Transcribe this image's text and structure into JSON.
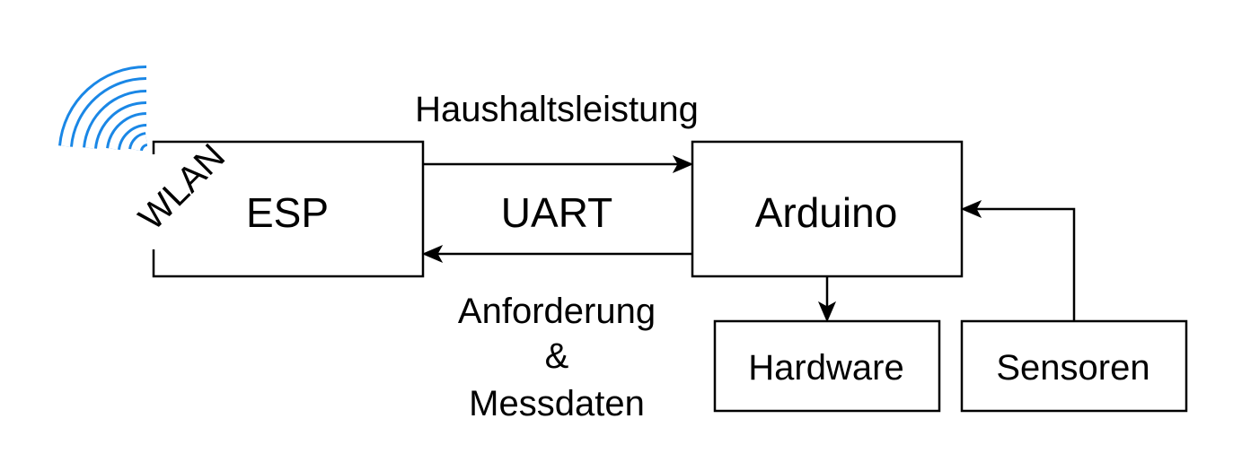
{
  "diagram": {
    "nodes": {
      "esp": "ESP",
      "arduino": "Arduino",
      "hardware": "Hardware",
      "sensoren": "Sensoren"
    },
    "edges": {
      "esp_to_arduino": "Haushaltsleistung",
      "link": "UART",
      "arduino_to_esp_line1": "Anforderung",
      "arduino_to_esp_line2": "&",
      "arduino_to_esp_line3": "Messdaten",
      "wireless": "WLAN"
    },
    "icons": {
      "wireless": "wifi-icon"
    },
    "colors": {
      "wifi": "#1a87e6",
      "stroke": "#000000",
      "background": "#ffffff"
    }
  }
}
